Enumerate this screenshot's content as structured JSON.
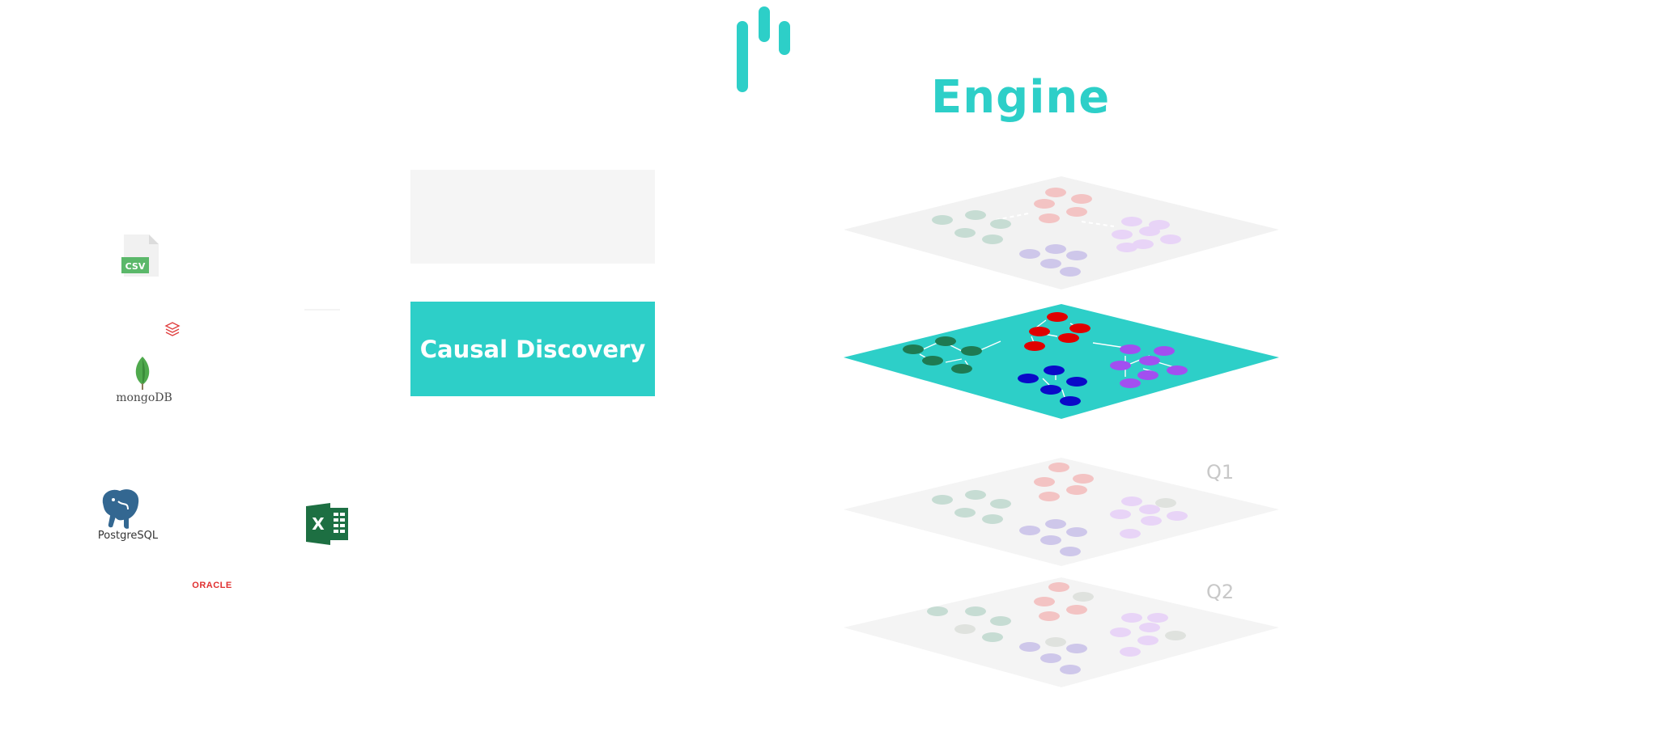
{
  "header": {
    "title": "Engine",
    "logo_icon": "brand-bars-icon"
  },
  "sources": {
    "csv_badge": "CSV",
    "mongodb_label": "mongoDB",
    "postgresql_label": "PostgreSQL",
    "excel_letter": "X",
    "oracle_label": "ORACLE"
  },
  "stages": {
    "active_label": "Causal Discovery"
  },
  "layers": {
    "q1_label": "Q1",
    "q2_label": "Q2"
  },
  "colors": {
    "accent": "#2dcfc8",
    "green_node": "#1e7a52",
    "red_node": "#e00000",
    "blue_node": "#0a0ac8",
    "purple_node": "#a24ff0",
    "faded_plane": "#f2f2f2"
  }
}
